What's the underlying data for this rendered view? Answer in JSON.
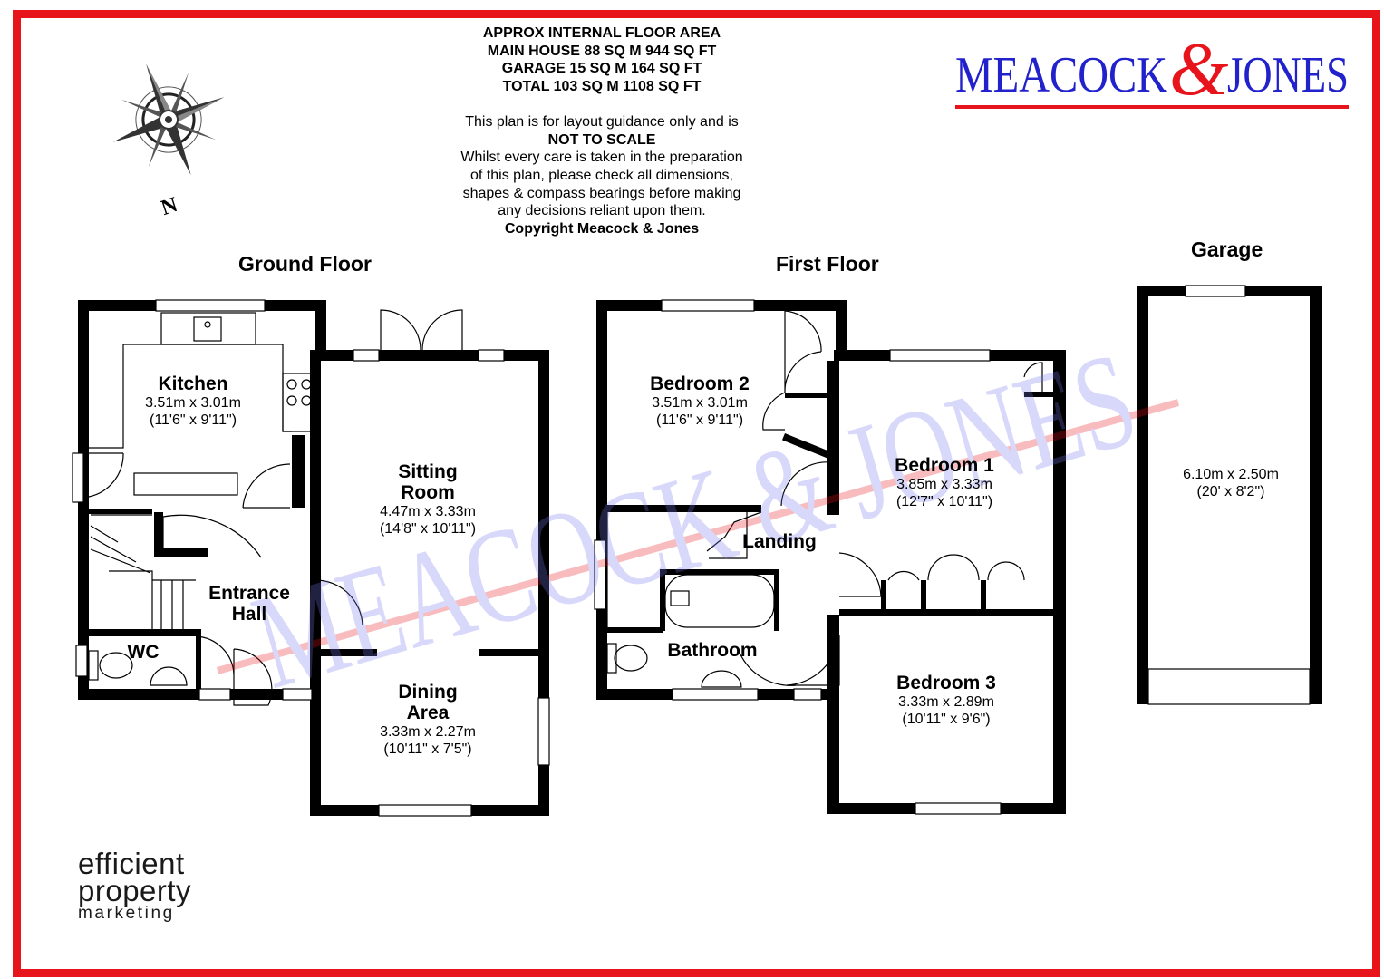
{
  "header": {
    "lines_bold": [
      "APPROX INTERNAL FLOOR AREA",
      "MAIN HOUSE 88 SQ M 944 SQ FT",
      "GARAGE 15 SQ M 164 SQ FT",
      "TOTAL 103 SQ M 1108 SQ FT"
    ],
    "disclaimer_1": "This plan is for layout guidance only and is",
    "disclaimer_2": "NOT TO SCALE",
    "disclaimer_3": "Whilst every care is taken in the preparation",
    "disclaimer_4": "of this plan, please check all dimensions,",
    "disclaimer_5": "shapes & compass bearings before making",
    "disclaimer_6": "any decisions reliant upon them.",
    "copyright": "Copyright Meacock & Jones"
  },
  "brand": {
    "left": "MEACOCK",
    "amp": "&",
    "right": "JONES",
    "color_blue": "#2222cc",
    "color_red": "#e8141c"
  },
  "compass": {
    "label": "N"
  },
  "floors": {
    "ground": "Ground Floor",
    "first": "First Floor",
    "garage": "Garage"
  },
  "rooms": {
    "kitchen": {
      "name": "Kitchen",
      "metric": "3.51m x 3.01m",
      "imperial": "(11'6\" x 9'11\")"
    },
    "sitting": {
      "name1": "Sitting",
      "name2": "Room",
      "metric": "4.47m x 3.33m",
      "imperial": "(14'8\" x 10'11\")"
    },
    "hall": {
      "name1": "Entrance",
      "name2": "Hall"
    },
    "wc": {
      "name": "WC"
    },
    "dining": {
      "name1": "Dining",
      "name2": "Area",
      "metric": "3.33m x 2.27m",
      "imperial": "(10'11\" x 7'5\")"
    },
    "bed2": {
      "name": "Bedroom 2",
      "metric": "3.51m x 3.01m",
      "imperial": "(11'6\" x 9'11\")"
    },
    "bed1": {
      "name": "Bedroom 1",
      "metric": "3.85m x 3.33m",
      "imperial": "(12'7\" x 10'11\")"
    },
    "landing": {
      "name": "Landing"
    },
    "bathroom": {
      "name": "Bathroom"
    },
    "bed3": {
      "name": "Bedroom 3",
      "metric": "3.33m x 2.89m",
      "imperial": "(10'11\" x 9'6\")"
    },
    "garage": {
      "metric": "6.10m x 2.50m",
      "imperial": "(20' x 8'2\")"
    }
  },
  "footer_logo": {
    "line1": "efficient",
    "line2": "property",
    "line3": "marketing"
  },
  "colors": {
    "frame": "#e8141c",
    "wall": "#000000",
    "watermark": "#8888e8"
  }
}
